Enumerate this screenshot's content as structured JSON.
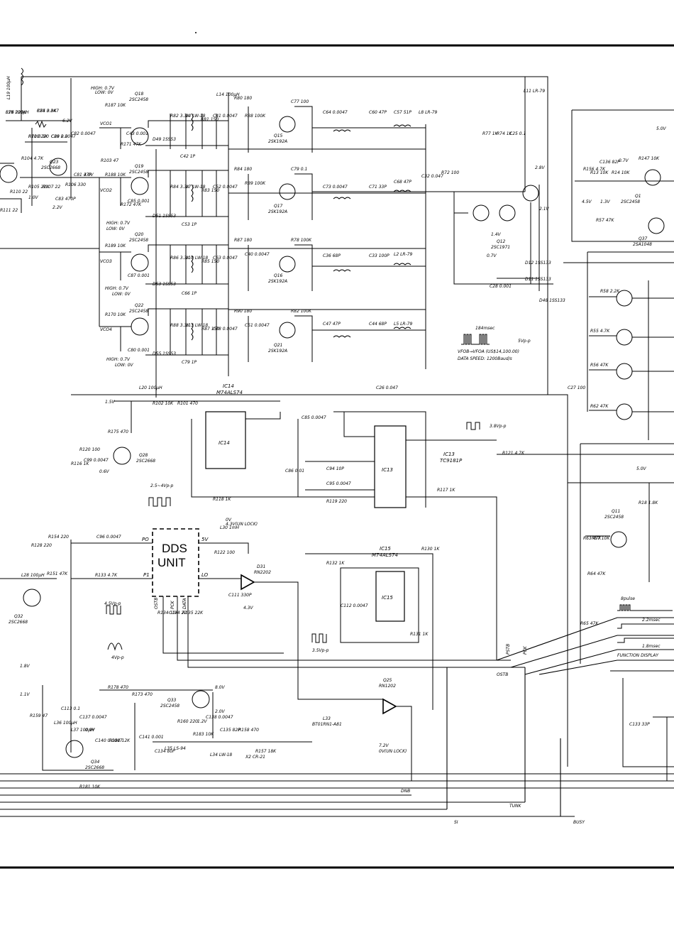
{
  "dds": {
    "line1": "DDS",
    "line2": "UNIT",
    "pin_po": "PO",
    "pin_p1": "P1",
    "pin_5v": "5V",
    "pin_lo": "LO",
    "pin_ostb": "OSTB",
    "pin_pck": "PCK",
    "pin_data": "DATA"
  },
  "ics": [
    {
      "ref": "IC14",
      "part": "M74ALS74"
    },
    {
      "ref": "IC13",
      "part": "TC9181P"
    },
    {
      "ref": "IC15",
      "part": "M74ALS74"
    }
  ],
  "vco_labels": [
    "VCO1",
    "VCO2",
    "VCO3",
    "VCO4"
  ],
  "transistors": [
    {
      "ref": "Q18",
      "part": "2SC2458"
    },
    {
      "ref": "Q19",
      "part": "2SC2458"
    },
    {
      "ref": "Q20",
      "part": "2SC2458"
    },
    {
      "ref": "Q22",
      "part": "2SC2458"
    },
    {
      "ref": "Q23",
      "part": "2SC2668"
    },
    {
      "ref": "Q15",
      "part": "2SK192A"
    },
    {
      "ref": "Q17",
      "part": "2SK192A"
    },
    {
      "ref": "Q16",
      "part": "2SK192A"
    },
    {
      "ref": "Q21",
      "part": "2SK192A"
    },
    {
      "ref": "Q12",
      "part": "2SC1971"
    },
    {
      "ref": "Q28",
      "part": "2SC2668"
    },
    {
      "ref": "Q32",
      "part": "2SC2668"
    },
    {
      "ref": "Q33",
      "part": "2SC2458"
    },
    {
      "ref": "Q34",
      "part": "2SC2668"
    },
    {
      "ref": "Q1",
      "part": "2SC2458"
    },
    {
      "ref": "Q37",
      "part": "2SA1048"
    },
    {
      "ref": "Q11",
      "part": "2SC2458"
    }
  ],
  "diodes": [
    {
      "ref": "D31",
      "part": "RN2202"
    },
    {
      "ref": "Q25",
      "part": "RN1202"
    },
    {
      "ref": "L33",
      "part": "BT01RN1-A81"
    }
  ],
  "component_labels": [
    "L19 100µH",
    "C84 0.047",
    "R108 220",
    "C88 0.0047",
    "C82 0.0047",
    "R104 4.7K",
    "R105 22K",
    "R107 22",
    "C83 470P",
    "R106 330",
    "C81 47P",
    "R110 22",
    "R111 22",
    "R187 10K",
    "R171 47K",
    "C43 0.001",
    "D49 1SS53",
    "R82 3.3K",
    "L4 LW-18",
    "R81 150",
    "C41 0.0047",
    "C42 1P",
    "R103 47",
    "R188 10K",
    "R172 47K",
    "C85 0.001",
    "R84 3.3K",
    "L7 LW-18",
    "R83 150",
    "C52 0.0047",
    "D51 1SS53",
    "C53 1P",
    "R189 10K",
    "C87 0.001",
    "R86 3.3K",
    "L10 LW-18",
    "R85 150",
    "C63 0.0047",
    "D53 1SS53",
    "C66 1P",
    "R170 10K",
    "C80 0.001",
    "R88 3.3K",
    "L13 LW-18",
    "R87 150",
    "C78 0.0047",
    "D55 1SS53",
    "C79 1P",
    "L14 100µH",
    "R80 180",
    "R84 180",
    "R87 180",
    "R90 180",
    "C77 100",
    "C79 0.1",
    "R78 100K",
    "R82 100K",
    "R88 100K",
    "R89 100K",
    "C40 0.0047",
    "C51 0.0047",
    "C64 0.0047",
    "C73 0.0047",
    "C36 68P",
    "C47 47P",
    "C60 47P",
    "C71 33P",
    "C33 100P",
    "C44 68P",
    "C57 51P",
    "C68 47P",
    "L2 LR-79",
    "L5 LR-79",
    "L8 LR-79",
    "L11 LR-79",
    "C32 0.047",
    "R72 100",
    "R77 1K",
    "R74 1K",
    "C25 0.1",
    "C26 0.047",
    "C27 100",
    "L20 100µH",
    "R102 10K",
    "R101 470",
    "C85 0.0047",
    "C86 0.01",
    "C94 10P",
    "C95 0.0047",
    "R119 220",
    "R117 1K",
    "R118 1K",
    "R116 1K",
    "R175 470",
    "R120 100",
    "R121 4.7K",
    "C99 0.0047",
    "C96 0.0047",
    "L30 1mH",
    "R122 100",
    "R133 4.7K",
    "L28 100µH",
    "R128 220",
    "R154 220",
    "R151 47K",
    "R134 10K",
    "C114 22",
    "R135 22K",
    "R132 1K",
    "R131 1K",
    "R130 1K",
    "C112 0.0047",
    "C111 330P",
    "R173 470",
    "R178 470",
    "C113 0.1",
    "C137 0.0047",
    "L36 100µH",
    "L37 100µH",
    "C140 0.0047",
    "R182 12K",
    "R181 10K",
    "R159 47",
    "C141 0.001",
    "R160 220",
    "R183 10K",
    "L35 LS-94",
    "C138 0.0047",
    "C135 82P",
    "R158 470",
    "R157 18K",
    "X2 CR-21",
    "L34 LW-18",
    "C134 80P",
    "C133 33P",
    "R156 4.7K",
    "C136 82P",
    "R147 10K",
    "R57 47K",
    "R58 2.2K",
    "R55 4.7K",
    "R56 47K",
    "R62 47K",
    "R63 47K",
    "R64 47K",
    "R65 47K",
    "R18 1.8K",
    "R13 10K",
    "R14 10K",
    "R57 10K",
    "D12 1SS133",
    "D11 1SS133",
    "D48 1SS133",
    "C28 0.001",
    "R76 220K",
    "R75 3.3K",
    "R71 3.3K",
    "C29 2.2"
  ],
  "voltage_labels": [
    "HIGH: 0.7V",
    "LOW: 0V",
    "HIGH: 0.7V",
    "LOW: 0V",
    "HIGH: 0.7V",
    "LOW: 0V",
    "HIGH: 0.7V",
    "LOW: 0V",
    "6.2V",
    "3.0V",
    "2.2V",
    "1.0V",
    "2.8V",
    "2.1V",
    "1.4V",
    "0.7V",
    "1.5V",
    "0.6V",
    "5.0V",
    "4.5V",
    "1.3V",
    "0.7V",
    "5.0V",
    "8.0V",
    "2.0V",
    "1.2V",
    "0.9V",
    "4.3V",
    "1.8V",
    "1.1V",
    "7.2V",
    "0V(UN LOCK)",
    "0V",
    "4.3V(UN LOCK)"
  ],
  "waveform_labels": [
    "3.8Vp-p",
    "2.5~4Vp-p",
    "4.5Vp-p",
    "4Vp-p",
    "3.5Vp-p",
    "5Vp-p",
    "184msec"
  ],
  "data_speed": {
    "line1": "VFOB→VFOA (US$14,100.00)",
    "line2": "DATA SPEED: 1200Baud/s"
  },
  "timing_labels": {
    "t1": "8pulse",
    "t2": "2.2msec",
    "t3": "1.8msec",
    "caption": "FUNCTION DISPLAY"
  },
  "bus_lines": [
    "DNB",
    "TUNK",
    "SI",
    "BUSY",
    "OSTB",
    "PSTB",
    "PCK"
  ]
}
